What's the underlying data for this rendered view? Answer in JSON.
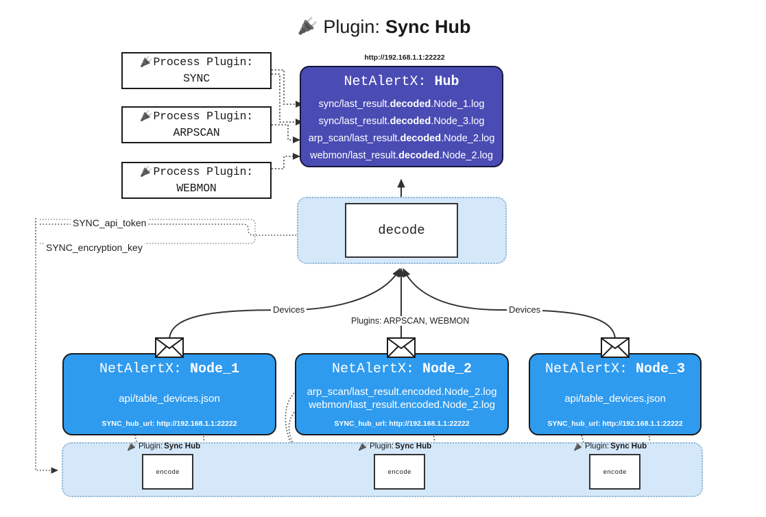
{
  "title": {
    "icon": "plug-icon",
    "prefix": "Plugin:",
    "name": "Sync Hub"
  },
  "process_plugins": [
    {
      "icon": "plug-icon",
      "line1": "Process Plugin:",
      "line2": "SYNC"
    },
    {
      "icon": "plug-icon",
      "line1": "Process Plugin:",
      "line2": "ARPSCAN"
    },
    {
      "icon": "plug-icon",
      "line1": "Process Plugin:",
      "line2": "WEBMON"
    }
  ],
  "hub": {
    "url_caption": "http://192.168.1.1:22222",
    "title_prefix": "NetAlertX:",
    "title_name": "Hub",
    "lines": [
      {
        "pre": "sync/last_result.",
        "mid": "decoded",
        "post": ".Node_1.log"
      },
      {
        "pre": "sync/last_result.",
        "mid": "decoded",
        "post": ".Node_3.log"
      },
      {
        "pre": "arp_scan/last_result.",
        "mid": "decoded",
        "post": ".Node_2.log"
      },
      {
        "pre": "webmon/last_result.",
        "mid": "decoded",
        "post": ".Node_2.log"
      }
    ]
  },
  "decode": {
    "label": "decode"
  },
  "secrets": [
    {
      "label": "SYNC_api_token"
    },
    {
      "label": "SYNC_encryption_key"
    }
  ],
  "edge_labels": {
    "devices_left": "Devices",
    "devices_right": "Devices",
    "plugins_center": "Plugins: ARPSCAN, WEBMON"
  },
  "nodes": [
    {
      "icon": "envelope-icon",
      "title_prefix": "NetAlertX:",
      "title_name": "Node_1",
      "lines": [
        "api/table_devices.json"
      ],
      "footer": "SYNC_hub_url: http://192.168.1.1:22222"
    },
    {
      "icon": "envelope-icon",
      "title_prefix": "NetAlertX:",
      "title_name": "Node_2",
      "lines": [
        "arp_scan/last_result.encoded.Node_2.log",
        "webmon/last_result.encoded.Node_2.log"
      ],
      "footer": "SYNC_hub_url: http://192.168.1.1:22222"
    },
    {
      "icon": "envelope-icon",
      "title_prefix": "NetAlertX:",
      "title_name": "Node_3",
      "lines": [
        "api/table_devices.json"
      ],
      "footer": "SYNC_hub_url: http://192.168.1.1:22222"
    }
  ],
  "encoders": [
    {
      "icon": "plug-icon",
      "cap_prefix": "Plugin:",
      "cap_name": "Sync Hub",
      "label": "encode"
    },
    {
      "icon": "plug-icon",
      "cap_prefix": "Plugin:",
      "cap_name": "Sync Hub",
      "label": "encode"
    },
    {
      "icon": "plug-icon",
      "cap_prefix": "Plugin:",
      "cap_name": "Sync Hub",
      "label": "encode"
    }
  ],
  "colors": {
    "hub_fill": "#4a4cb4",
    "node_fill": "#2f9bef",
    "lane_fill": "#d4e8fa",
    "lane_border": "#8fb4cf",
    "stroke": "#1a1a1a",
    "background": "#ffffff"
  }
}
